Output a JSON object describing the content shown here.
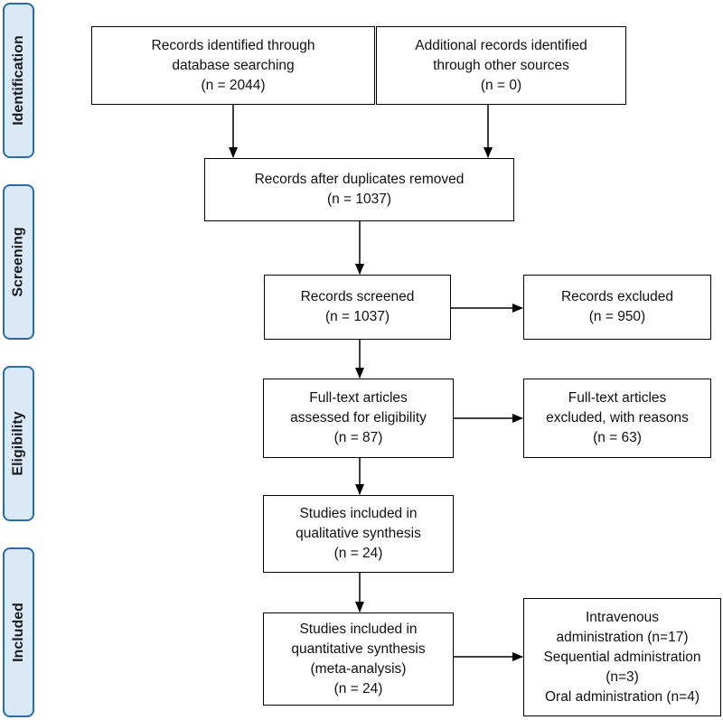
{
  "phases": [
    {
      "id": "identification",
      "label": "Identification"
    },
    {
      "id": "screening",
      "label": "Screening"
    },
    {
      "id": "eligibility",
      "label": "Eligibility"
    },
    {
      "id": "included",
      "label": "Included"
    }
  ],
  "boxes": {
    "db_search": {
      "lines": [
        "Records identified through",
        "database searching",
        "(n = 2044)"
      ]
    },
    "other_sources": {
      "lines": [
        "Additional records identified",
        "through other sources",
        "(n = 0)"
      ]
    },
    "duplicates_removed": {
      "lines": [
        "Records after duplicates removed",
        "(n = 1037)"
      ]
    },
    "screened": {
      "lines": [
        "Records screened",
        "(n = 1037)"
      ]
    },
    "excluded": {
      "lines": [
        "Records excluded",
        "(n = 950)"
      ]
    },
    "fulltext_assessed": {
      "lines": [
        "Full-text articles",
        "assessed for eligibility",
        "(n = 87)"
      ]
    },
    "fulltext_excluded": {
      "lines": [
        "Full-text articles",
        "excluded, with reasons",
        "(n = 63)"
      ]
    },
    "qualitative": {
      "lines": [
        "Studies included in",
        "qualitative synthesis",
        "(n = 24)"
      ]
    },
    "quantitative": {
      "lines": [
        "Studies included in",
        "quantitative synthesis",
        "(meta-analysis)",
        "(n = 24)"
      ]
    },
    "administration": {
      "lines": [
        "Intravenous",
        "administration (n=17)",
        "Sequential administration",
        "(n=3)",
        "Oral administration (n=4)"
      ]
    }
  }
}
